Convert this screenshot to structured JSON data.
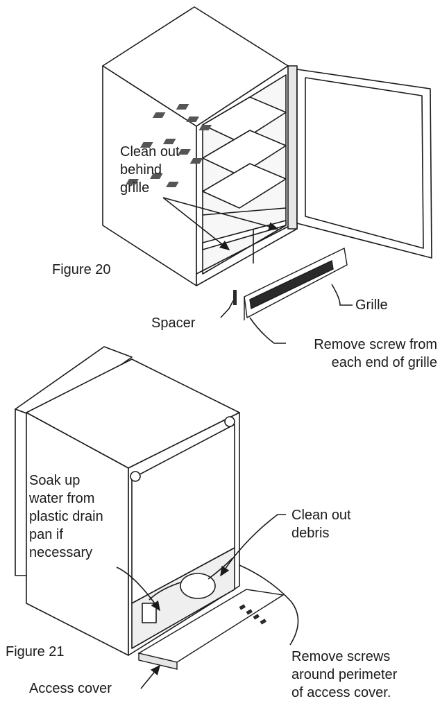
{
  "figure20": {
    "caption": "Figure 20",
    "labels": {
      "clean_out_line1": "Clean out",
      "clean_out_line2": "behind",
      "clean_out_line3": "grille",
      "grille": "Grille",
      "spacer": "Spacer",
      "remove_screw_line1": "Remove screw from",
      "remove_screw_line2": "each end of grille"
    }
  },
  "figure21": {
    "caption": "Figure 21",
    "labels": {
      "soak_line1": "Soak up",
      "soak_line2": "water from",
      "soak_line3": "plastic drain",
      "soak_line4": "pan if",
      "soak_line5": "necessary",
      "debris_line1": "Clean out",
      "debris_line2": "debris",
      "screws_line1": "Remove screws",
      "screws_line2": "around perimeter",
      "screws_line3": "of access cover.",
      "access_cover": "Access cover"
    }
  },
  "colors": {
    "line": "#1a1a1a",
    "fill": "#ffffff",
    "shade": "#d9d9d9",
    "dark": "#2a2a2a"
  }
}
